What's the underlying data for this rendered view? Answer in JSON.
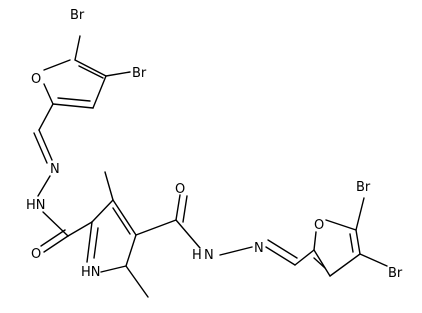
{
  "molecule": {
    "atoms": {
      "br_left_top": "Br",
      "br_left_right": "Br",
      "o_left_furan": "O",
      "n_left_imine": "N",
      "nh_left_hydrazide": "HN",
      "o_left_carbonyl": "O",
      "nh_pyrrole": "HN",
      "o_right_carbonyl": "O",
      "n_right_hydrazide": "N",
      "h_right_hydrazide": "H",
      "n_right_imine": "N",
      "o_right_furan": "O",
      "br_right_top": "Br",
      "br_right_bottom": "Br"
    }
  }
}
